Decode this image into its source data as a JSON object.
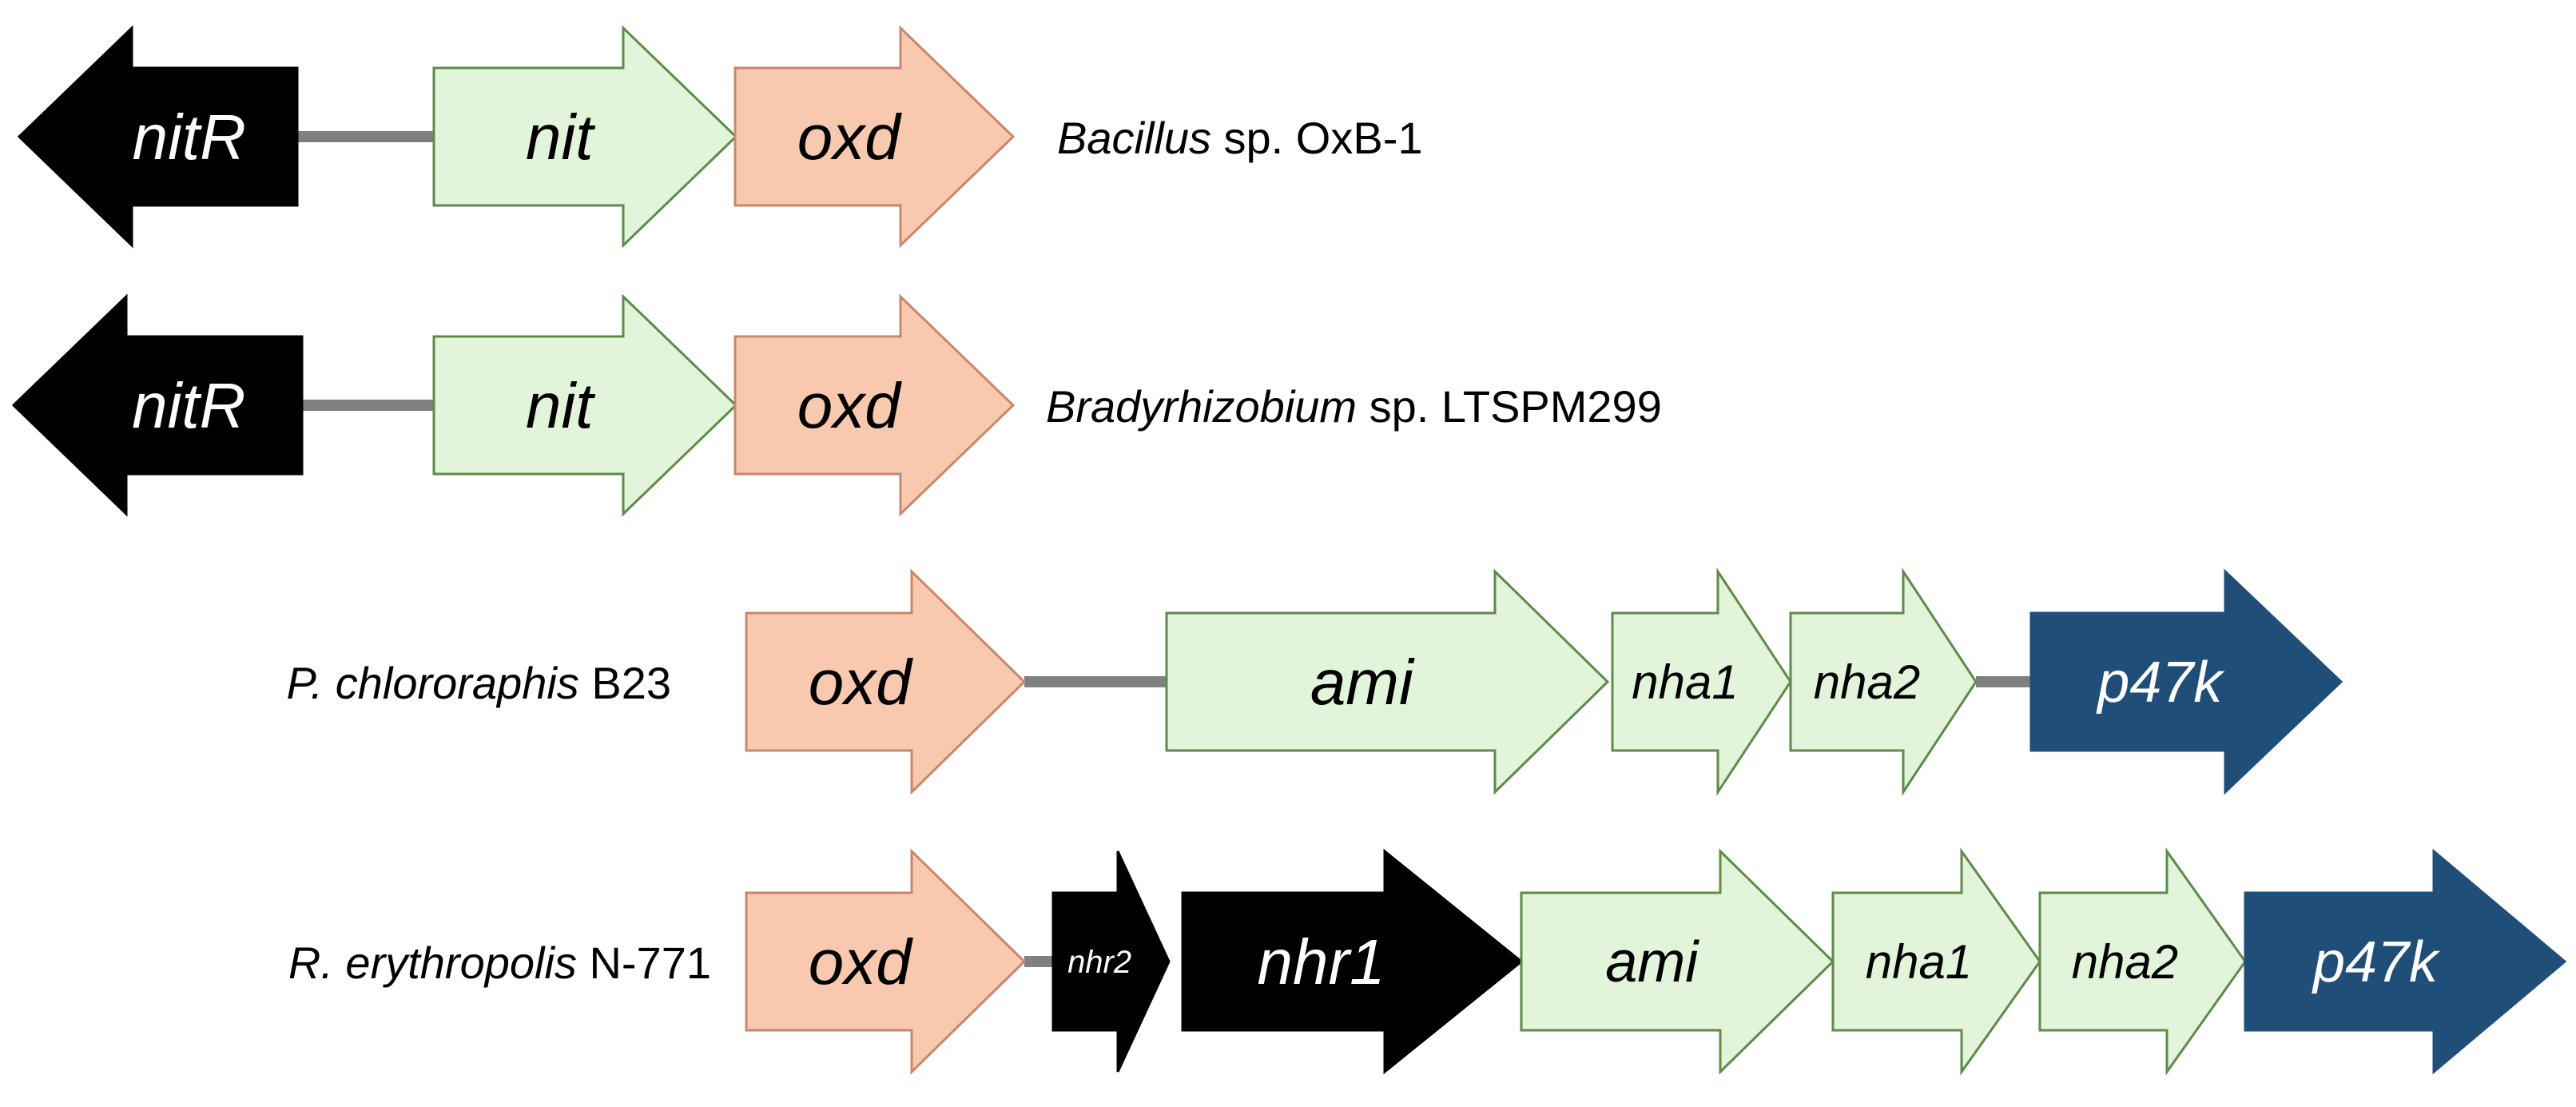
{
  "colors": {
    "oxd": "#F8C9AE",
    "green": "#E2F4DA",
    "green_stroke": "#5E8A4A",
    "black": "#000000",
    "blue": "#1F4E79",
    "linker": "#808080"
  },
  "clusters": [
    {
      "organism": {
        "italic": "Bacillus",
        "rest": " sp. OxB-1"
      },
      "genes": [
        {
          "name": "nitR",
          "kind": "regulator",
          "direction": "reverse"
        },
        {
          "name": "nit",
          "kind": "nitrile",
          "direction": "forward"
        },
        {
          "name": "oxd",
          "kind": "oxd",
          "direction": "forward"
        }
      ]
    },
    {
      "organism": {
        "italic": "Bradyrhizobium",
        "rest": " sp. LTSPM299"
      },
      "genes": [
        {
          "name": "nitR",
          "kind": "regulator",
          "direction": "reverse"
        },
        {
          "name": "nit",
          "kind": "nitrile",
          "direction": "forward"
        },
        {
          "name": "oxd",
          "kind": "oxd",
          "direction": "forward"
        }
      ]
    },
    {
      "organism": {
        "italic": "P. chlororaphis",
        "rest": " B23"
      },
      "genes": [
        {
          "name": "oxd",
          "kind": "oxd",
          "direction": "forward"
        },
        {
          "name": "ami",
          "kind": "nitrile",
          "direction": "forward"
        },
        {
          "name": "nha1",
          "kind": "nitrile",
          "direction": "forward"
        },
        {
          "name": "nha2",
          "kind": "nitrile",
          "direction": "forward"
        },
        {
          "name": "p47k",
          "kind": "p47k",
          "direction": "forward"
        }
      ]
    },
    {
      "organism": {
        "italic": "R. erythropolis",
        "rest": " N-771"
      },
      "genes": [
        {
          "name": "oxd",
          "kind": "oxd",
          "direction": "forward"
        },
        {
          "name": "nhr2",
          "kind": "regulator",
          "direction": "forward"
        },
        {
          "name": "nhr1",
          "kind": "regulator",
          "direction": "forward"
        },
        {
          "name": "ami",
          "kind": "nitrile",
          "direction": "forward"
        },
        {
          "name": "nha1",
          "kind": "nitrile",
          "direction": "forward"
        },
        {
          "name": "nha2",
          "kind": "nitrile",
          "direction": "forward"
        },
        {
          "name": "p47k",
          "kind": "p47k",
          "direction": "forward"
        }
      ]
    }
  ]
}
